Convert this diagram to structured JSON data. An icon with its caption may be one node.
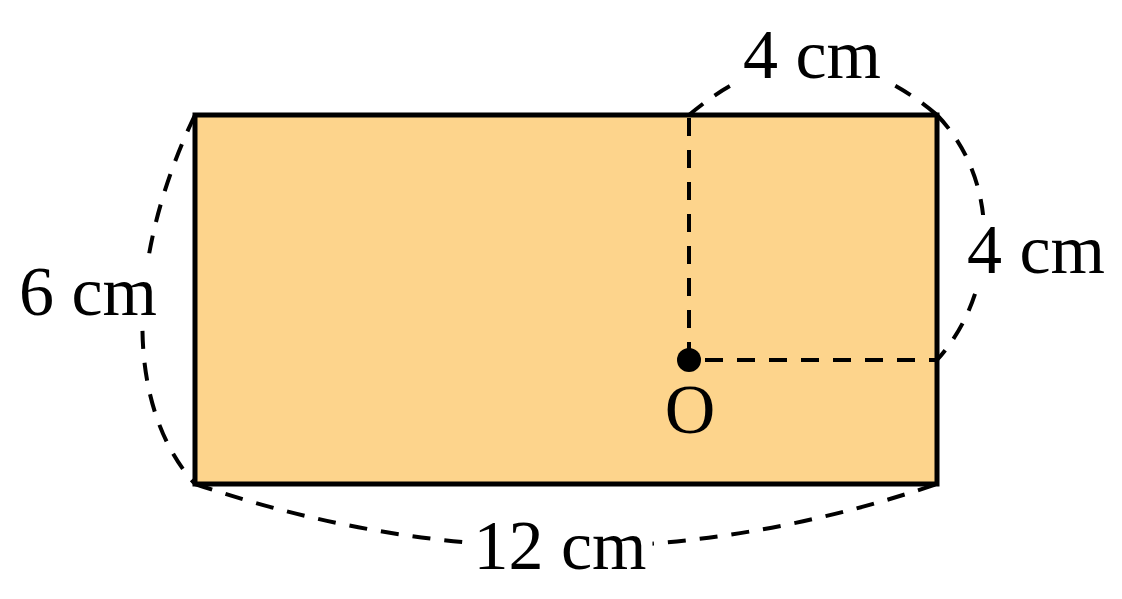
{
  "diagram": {
    "labels": [
      "4 cm",
      "4 cm",
      "6 cm",
      "O",
      "12 cm"
    ]
  }
}
